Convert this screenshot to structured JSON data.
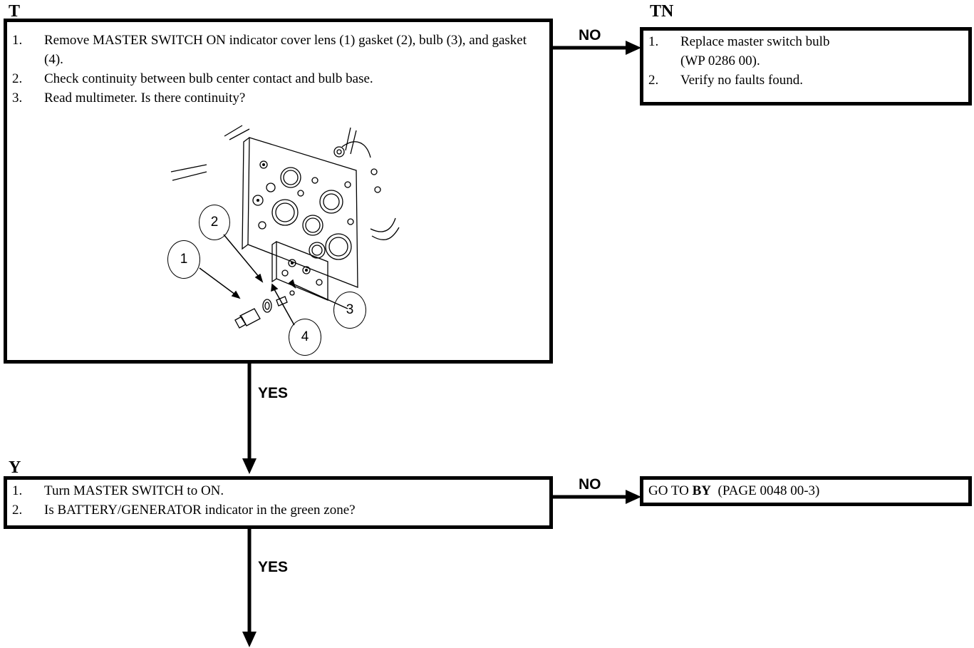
{
  "box_t": {
    "label": "T",
    "steps": [
      {
        "num": "1.",
        "text": "Remove MASTER SWITCH ON indicator cover lens (1) gasket (2), bulb (3), and gasket (4)."
      },
      {
        "num": "2.",
        "text": "Check continuity between bulb center contact and bulb base."
      },
      {
        "num": "3.",
        "text": "Read multimeter. Is there continuity?"
      }
    ],
    "callouts": [
      "1",
      "2",
      "3",
      "4"
    ]
  },
  "box_tn": {
    "label": "TN",
    "steps": [
      {
        "num": "1.",
        "text": "Replace master switch bulb (WP 0286 00)."
      },
      {
        "num": "2.",
        "text": "Verify no faults found."
      }
    ]
  },
  "box_y": {
    "label": "Y",
    "steps": [
      {
        "num": "1.",
        "text": "Turn MASTER SWITCH to ON."
      },
      {
        "num": "2.",
        "text": "Is BATTERY/GENERATOR indicator in the green zone?"
      }
    ]
  },
  "box_goto": {
    "prefix": "GO TO ",
    "target": "BY",
    "suffix": "  (PAGE 0048 00-3)"
  },
  "arrows": {
    "t_no": "NO",
    "t_yes": "YES",
    "y_no": "NO",
    "y_yes": "YES"
  }
}
